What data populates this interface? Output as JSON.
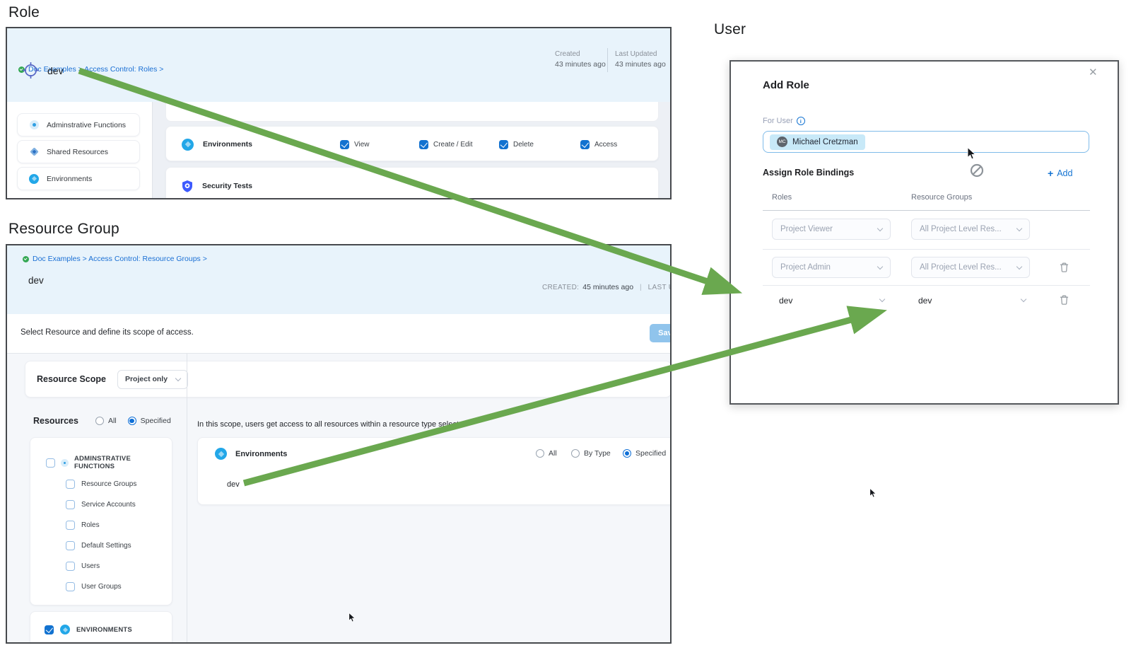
{
  "role_panel": {
    "heading": "Role",
    "breadcrumb": "Doc Examples > Access Control: Roles >",
    "title": "dev",
    "meta": {
      "created_label": "Created",
      "created_value": "43 minutes ago",
      "updated_label": "Last Updated",
      "updated_value": "43 minutes ago"
    },
    "sidebar": [
      {
        "label": "Adminstrative Functions",
        "icon": "admin-functions-icon"
      },
      {
        "label": "Shared Resources",
        "icon": "shared-resources-icon"
      },
      {
        "label": "Environments",
        "icon": "environments-icon"
      }
    ],
    "permissions": {
      "resource_label": "Environments",
      "options": [
        {
          "label": "View",
          "checked": true
        },
        {
          "label": "Create / Edit",
          "checked": true
        },
        {
          "label": "Delete",
          "checked": true
        },
        {
          "label": "Access",
          "checked": true
        }
      ],
      "next_resource_label": "Security Tests"
    }
  },
  "resource_group_panel": {
    "heading": "Resource Group",
    "breadcrumb": "Doc Examples > Access Control: Resource Groups >",
    "title": "dev",
    "meta": {
      "created_label": "CREATED:",
      "created_value": "45 minutes ago",
      "separator": "|",
      "updated_label": "LAST UPD"
    },
    "instruction": "Select Resource and define its scope of access.",
    "save_label": "Save",
    "resource_scope": {
      "label": "Resource Scope",
      "value": "Project only"
    },
    "resources": {
      "label": "Resources",
      "radio_all": "All",
      "radio_specified": "Specified",
      "groups": [
        {
          "label": "ADMINSTRATIVE FUNCTIONS",
          "checked": false,
          "children": [
            "Resource Groups",
            "Service Accounts",
            "Roles",
            "Default Settings",
            "Users",
            "User Groups"
          ]
        },
        {
          "label": "ENVIRONMENTS",
          "checked": true
        }
      ]
    },
    "scope_panel": {
      "description": "In this scope, users get access to all resources within a resource type selected",
      "resource_label": "Environments",
      "radio_all": "All",
      "radio_by_type": "By Type",
      "radio_specified": "Specified",
      "selected_item": "dev"
    }
  },
  "user_modal": {
    "heading": "User",
    "title": "Add Role",
    "close_icon": "✕",
    "for_user_label": "For User",
    "info_icon": "i",
    "user_chip": {
      "initials": "MC",
      "name": "Michael Cretzman"
    },
    "assign_label": "Assign Role Bindings",
    "add_icon": "+",
    "add_label": "Add",
    "columns": {
      "roles": "Roles",
      "resource_groups": "Resource Groups"
    },
    "bindings": [
      {
        "role": "Project Viewer",
        "resource_group": "All Project Level Res...",
        "deletable": false
      },
      {
        "role": "Project Admin",
        "resource_group": "All Project Level Res...",
        "deletable": true
      },
      {
        "role": "dev",
        "resource_group": "dev",
        "deletable": true
      }
    ]
  },
  "annotations": {
    "arrow_color": "#6aa84f",
    "arrows": [
      {
        "from": "role-title-dev",
        "to": "modal-role-binding-dev"
      },
      {
        "from": "resource-group-item-dev",
        "to": "modal-resource-group-binding-dev"
      }
    ]
  }
}
